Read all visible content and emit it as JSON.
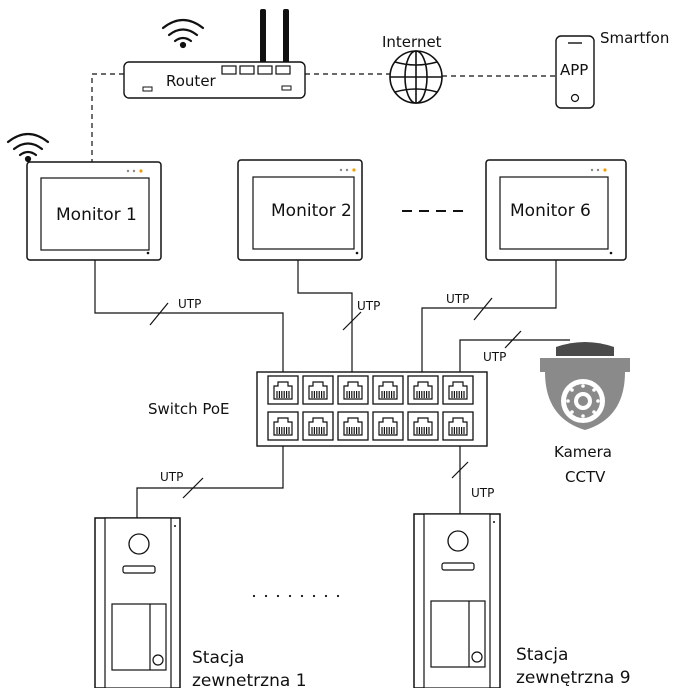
{
  "labels": {
    "router": "Router",
    "internet": "Internet",
    "smartphone": "Smartfon",
    "app": "APP",
    "monitor1": "Monitor 1",
    "monitor2": "Monitor 2",
    "monitor6": "Monitor 6",
    "switch": "Switch PoE",
    "camera_line1": "Kamera",
    "camera_line2": "CCTV",
    "station1_line1": "Stacja",
    "station1_line2": "zewnetrzna 1",
    "station9_line1": "Stacja",
    "station9_line2": "zewnętrzna 9",
    "cable": "UTP"
  },
  "icons": [
    "wifi-icon",
    "globe-icon",
    "phone-icon",
    "cctv-camera-icon",
    "rj45-port-icon"
  ],
  "colors": {
    "line": "#111111",
    "camera_body": "#8a8a8a",
    "camera_dark": "#4a4a4a"
  }
}
